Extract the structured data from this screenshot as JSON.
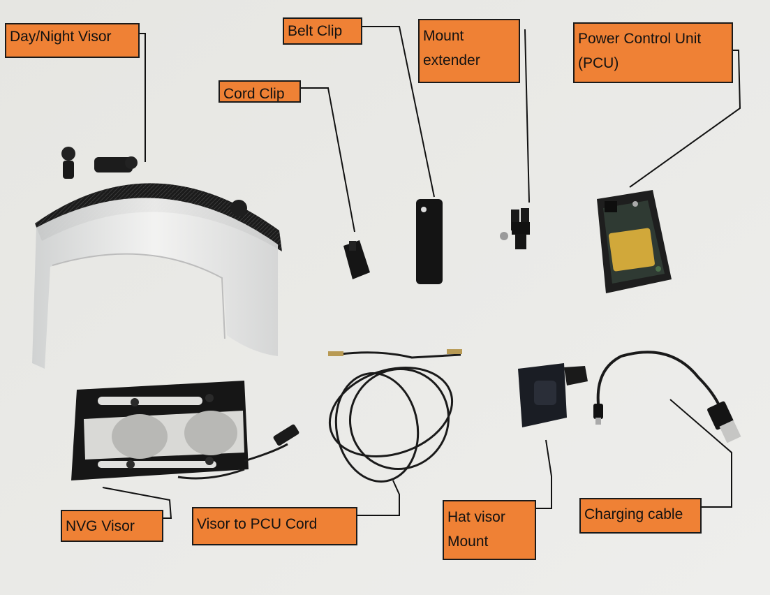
{
  "labels": {
    "day_night_visor": "Day/Night Visor",
    "belt_clip": "Belt Clip",
    "mount_extender": "Mount\nextender",
    "pcu": "Power Control Unit\n(PCU)",
    "cord_clip": "Cord Clip",
    "nvg_visor": "NVG Visor",
    "visor_to_pcu_cord": "Visor to PCU Cord",
    "hat_visor_mount": "Hat visor\nMount",
    "charging_cable": "Charging cable"
  },
  "colors": {
    "label_fill": "#ef8135",
    "label_border": "#1a1a1a",
    "background": "#e9e9e6",
    "leader_line": "#111111"
  }
}
